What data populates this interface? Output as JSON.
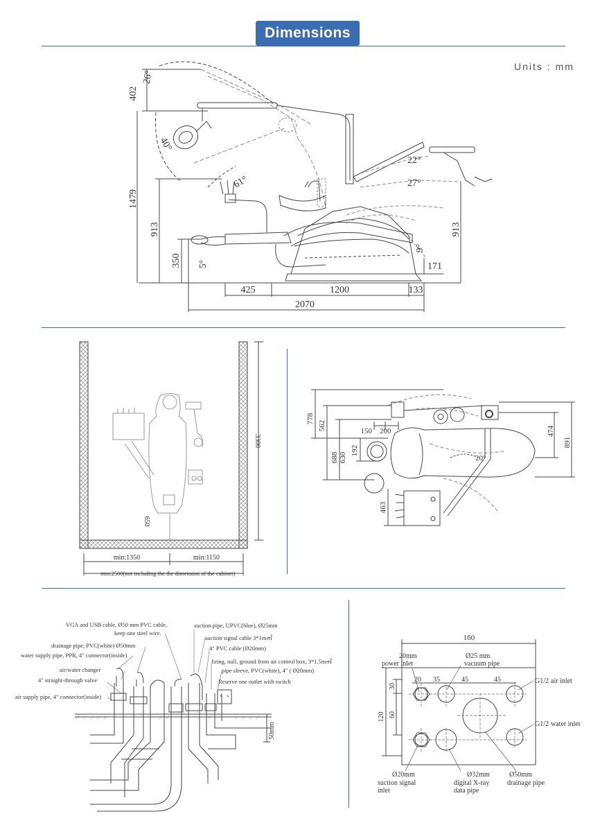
{
  "header": {
    "title": "Dimensions",
    "units": "Units : mm"
  },
  "side_view": {
    "dims": {
      "d402": "402",
      "d1479": "1479",
      "d913_left": "913",
      "d350": "350",
      "d425": "425",
      "d1200": "1200",
      "d133": "133",
      "d2070": "2070",
      "d913_right": "913",
      "d171": "171"
    },
    "angles": {
      "a26": "26°",
      "a40": "40°",
      "a61": "61°",
      "a5": "5°",
      "a22": "22°",
      "a27": "27°",
      "a9": "9°"
    }
  },
  "room_view": {
    "d3300": "3300",
    "d650": "650",
    "min1350": "min:1350",
    "min1150": "min:1150",
    "min2500": "min:2500(not including the the dimension of the cabinet)"
  },
  "top_view": {
    "d778": "778",
    "d562": "562",
    "d150": "150",
    "d200": "200",
    "d192": "192",
    "d688": "688",
    "d630": "630",
    "d20deg": "20°",
    "d474": "474",
    "d891": "891",
    "d463": "463"
  },
  "pipes": {
    "vga1": "VGA and USB cable, Ø50 mm PVC cable,",
    "vga2": "keep one steel wire.",
    "drainage": "drainage pipe, PVC(white) Ø50mm",
    "water_supply": "water supply pipe, PPR, 4\"  connector(inside)",
    "air_water": "air/water changer",
    "straight": "4\"  straight-through valve",
    "air_supply": "air supply pipe, 4\"  connector(inside)",
    "suction": "suction pipe, UPVC(blue), Ø25mm",
    "suction_signal": "suction signal cable 3*1m㎡",
    "pvc_cable": "4\"  PVC cable (Ø20mm)",
    "firing1": "firing, null, ground from air control box, 3*1.5m㎡",
    "firing2": "pipe sleeve, PVC(white), 4\" ( Ø20mm)",
    "reserve": "Reserve one outlet with switch",
    "d50mm": "50mm"
  },
  "inlet_box": {
    "d160": "160",
    "d120": "120",
    "d30": "30",
    "d60": "60",
    "d20": "20",
    "d35": "35",
    "d45a": "45",
    "d45b": "45",
    "power1": "20mm",
    "power2": "power inlet",
    "vac1": "Ø25 mm",
    "vac2": "vacuum pipe",
    "air1": "G1/2",
    "air2": "air inlet",
    "wat1": "G1/2",
    "wat2": "water inlet",
    "suc1": "Ø20mm",
    "suc2": "suction signal",
    "suc3": "inlet",
    "xray1": "Ø32mm",
    "xray2": "digital X-ray",
    "xray3": "data pipe",
    "drain1": "Ø50mm",
    "drain2": "drainage pipe"
  }
}
